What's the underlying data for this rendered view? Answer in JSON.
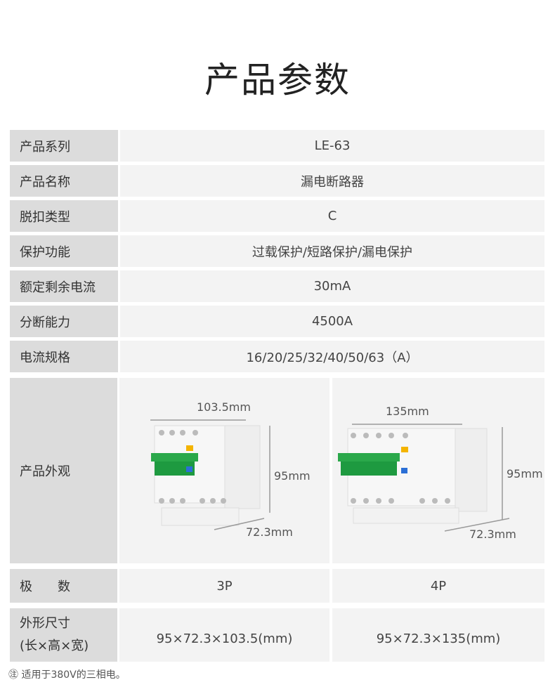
{
  "title": "产品参数",
  "rows": [
    {
      "label": "产品系列",
      "value": "LE-63"
    },
    {
      "label": "产品名称",
      "value": "漏电断路器"
    },
    {
      "label": "脱扣类型",
      "value": "C"
    },
    {
      "label": "保护功能",
      "value": "过载保护/短路保护/漏电保护"
    },
    {
      "label": "额定剩余电流",
      "value": "30mA"
    },
    {
      "label": "分断能力",
      "value": "4500A"
    },
    {
      "label": "电流规格",
      "value": "16/20/25/32/40/50/63（A）"
    }
  ],
  "appearance": {
    "label": "产品外观",
    "p3": {
      "width": "103.5mm",
      "height": "95mm",
      "depth": "72.3mm"
    },
    "p4": {
      "width": "135mm",
      "height": "95mm",
      "depth": "72.3mm"
    }
  },
  "poles": {
    "label": "极　　数",
    "p3": "3P",
    "p4": "4P"
  },
  "size": {
    "label1": "外形尺寸",
    "label2": "(长×高×宽)",
    "p3": "95×72.3×103.5(mm)",
    "p4": "95×72.3×135(mm)"
  },
  "note": "㊟ 适用于380V的三相电。"
}
